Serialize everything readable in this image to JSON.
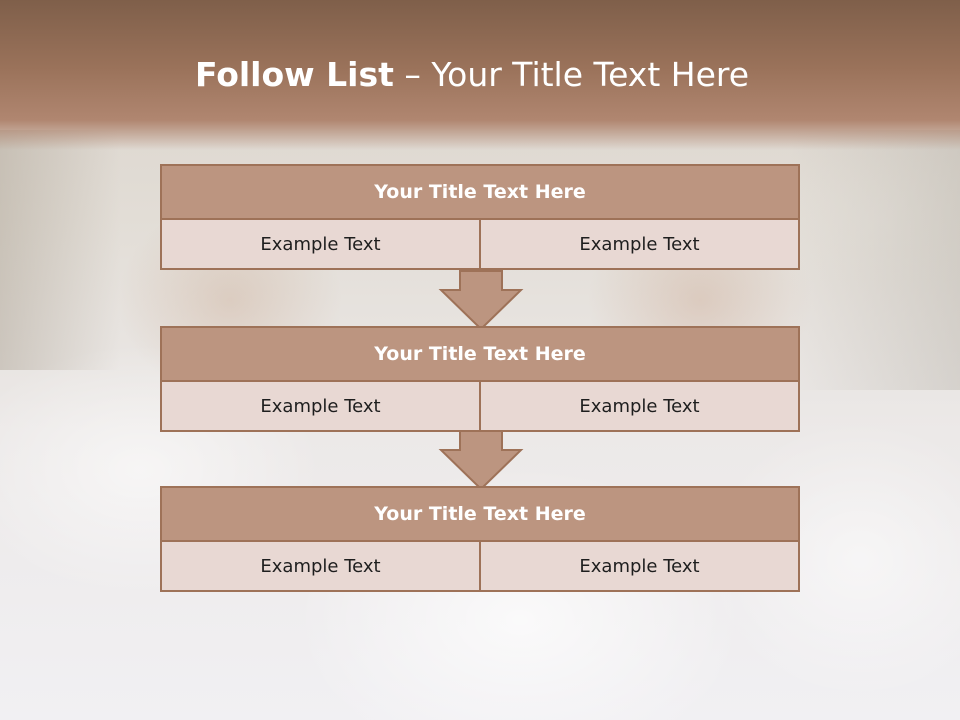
{
  "slide": {
    "title_bold": "Follow List",
    "title_rest": " – Your Title Text Here"
  },
  "colors": {
    "header_fill": "#bc9580",
    "border": "#9e7258",
    "cell_fill": "#e8d8d3",
    "title_band": "#9a725a"
  },
  "steps": [
    {
      "title": "Your Title Text Here",
      "left": "Example Text",
      "right": "Example Text"
    },
    {
      "title": "Your Title Text Here",
      "left": "Example Text",
      "right": "Example Text"
    },
    {
      "title": "Your Title Text Here",
      "left": "Example Text",
      "right": "Example Text"
    }
  ],
  "icons": {
    "connector": "down-arrow-icon"
  }
}
